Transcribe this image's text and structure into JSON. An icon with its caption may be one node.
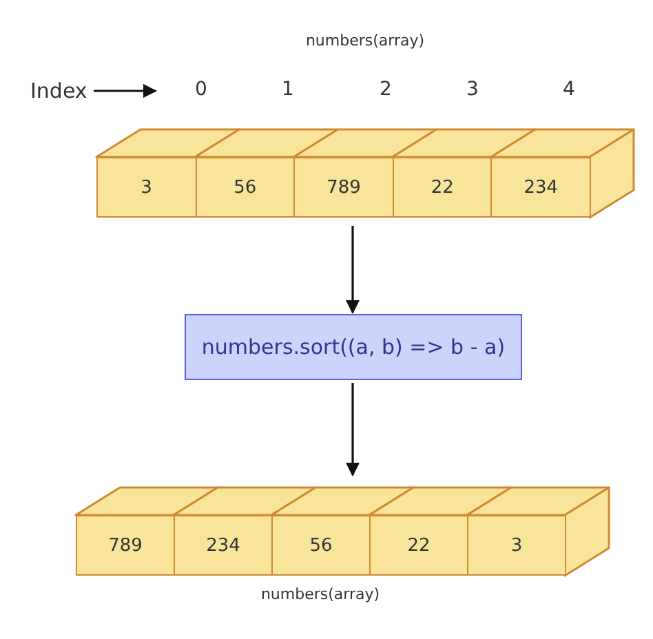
{
  "diagram": {
    "nodes": [
      {
        "text": [
          "Index"
        ]
      },
      {
        "text": [
          "numbers(array)"
        ]
      },
      {
        "text": [
          "3"
        ],
        "in": 1
      },
      {
        "text": [
          "56"
        ],
        "in": 1
      },
      {
        "text": [
          "789"
        ],
        "in": 1
      },
      {
        "text": [
          "22"
        ],
        "in": 1
      },
      {
        "text": [
          "234"
        ],
        "in": 1
      },
      {
        "text": [
          "numbers.sort((a, b) => b - a)"
        ]
      },
      {
        "text": [
          "numbers(array)"
        ]
      },
      {
        "text": [
          "789"
        ],
        "in": 8
      },
      {
        "text": [
          "234"
        ],
        "in": 8
      },
      {
        "text": [
          "56"
        ],
        "in": 8
      },
      {
        "text": [
          "22"
        ],
        "in": 8
      },
      {
        "text": [
          "3"
        ],
        "in": 8
      }
    ],
    "edges": [
      {
        "from": 0,
        "to": null,
        "arrow": "to"
      },
      {
        "from": 1,
        "to": 7,
        "arrow": "to"
      },
      {
        "from": 7,
        "to": 8,
        "arrow": "to"
      }
    ],
    "labels": [
      "0",
      "1",
      "2",
      "3",
      "4"
    ]
  }
}
